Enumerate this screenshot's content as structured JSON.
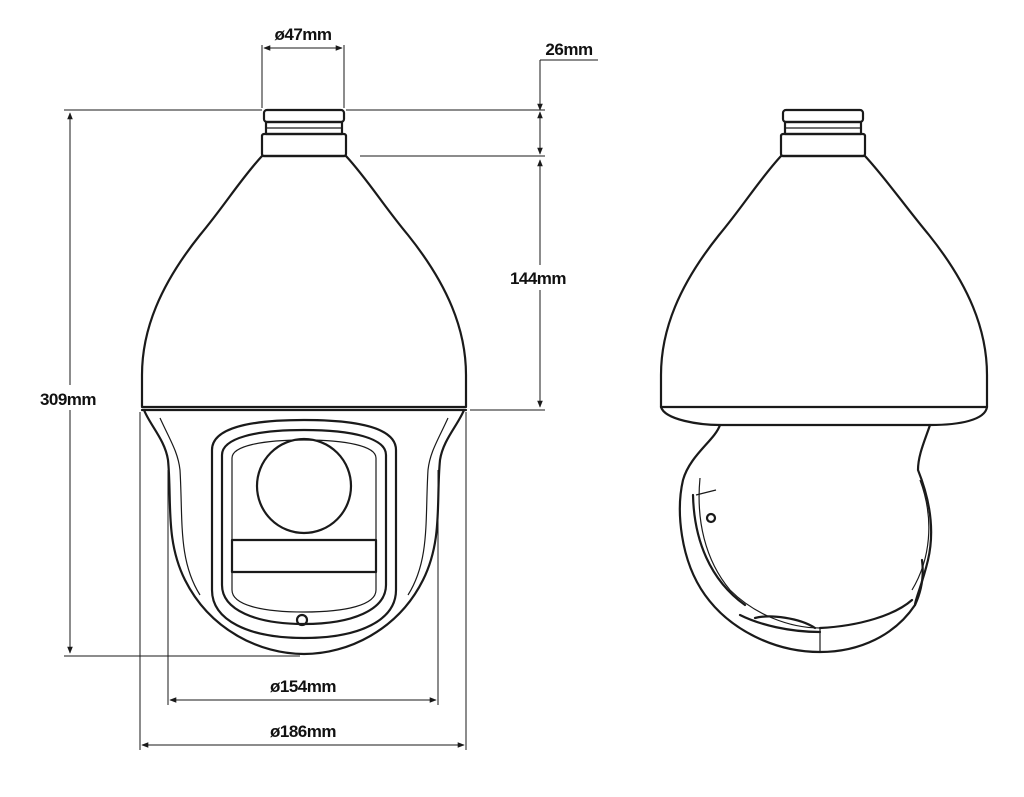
{
  "dimensions": {
    "top_diameter": "ø47mm",
    "neck_height": "26mm",
    "housing_height": "144mm",
    "total_height": "309mm",
    "inner_diameter": "ø154mm",
    "outer_diameter": "ø186mm"
  }
}
